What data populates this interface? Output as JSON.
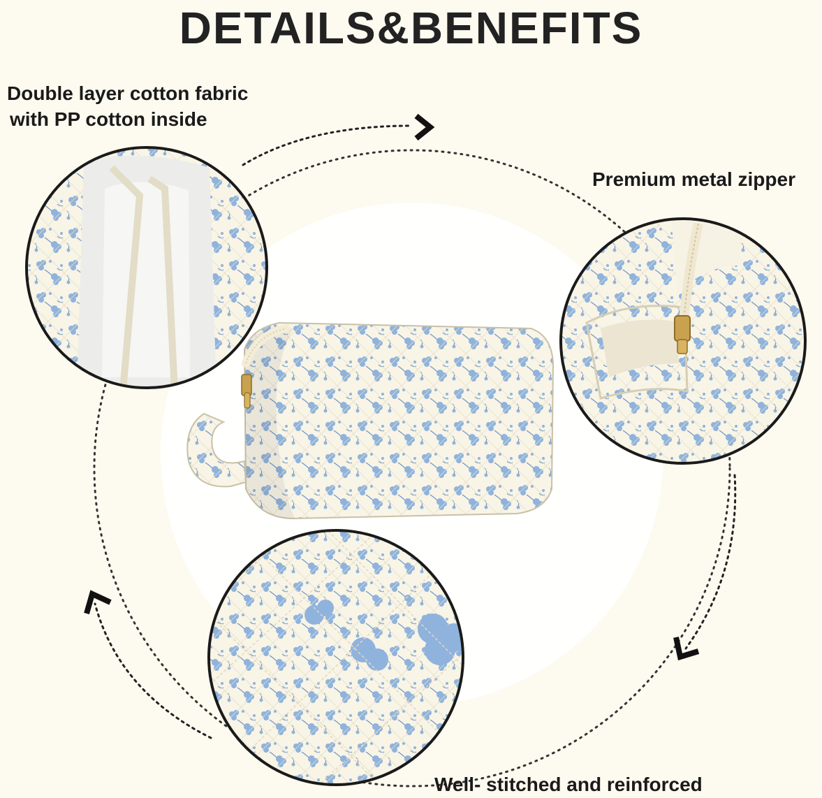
{
  "title": "DETAILS&BENEFITS",
  "features": [
    {
      "line1": "Double layer cotton fabric",
      "line2": "with PP cotton inside"
    },
    {
      "line1": "Premium metal zipper"
    },
    {
      "line1": "Well- stitched and reinforced"
    }
  ],
  "colors": {
    "background": "#fdfaf0",
    "flower_blue": "#8fb3dc",
    "fabric_cream": "#f8f4e6",
    "text": "#222222"
  }
}
